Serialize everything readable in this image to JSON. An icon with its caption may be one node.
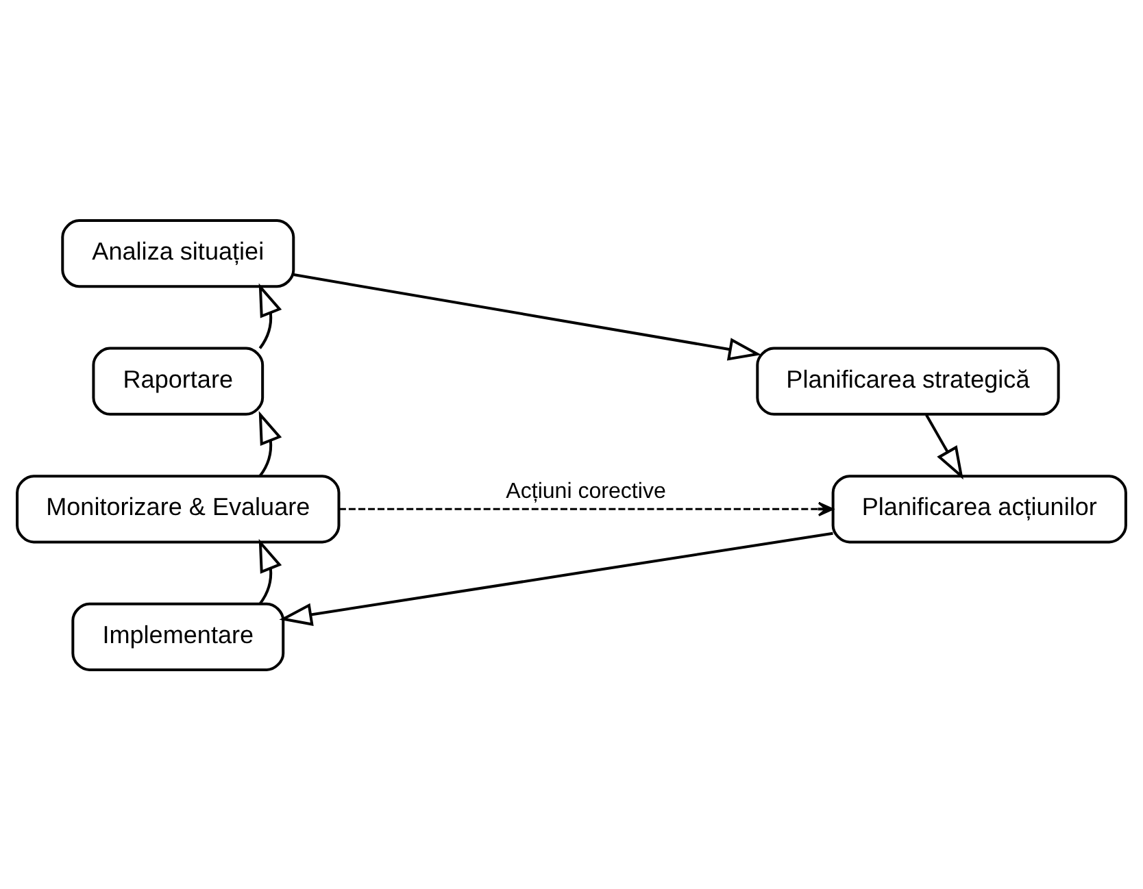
{
  "diagram": {
    "nodes": [
      {
        "text": [
          "Analiza situației"
        ]
      },
      {
        "text": [
          "Planificarea strategică"
        ]
      },
      {
        "text": [
          "Planificarea acțiunilor"
        ]
      },
      {
        "text": [
          "Implementare"
        ]
      },
      {
        "text": [
          "Monitorizare & Evaluare"
        ]
      },
      {
        "text": [
          "Raportare"
        ]
      }
    ],
    "edges": [
      {
        "from": 0,
        "to": 1,
        "arrow": "to"
      },
      {
        "from": 1,
        "to": 2,
        "arrow": "to"
      },
      {
        "from": 2,
        "to": 3,
        "arrow": "to"
      },
      {
        "from": 3,
        "to": 4,
        "arrow": "to"
      },
      {
        "from": 4,
        "to": 5,
        "arrow": "to"
      },
      {
        "from": 5,
        "to": 0,
        "arrow": "to"
      },
      {
        "from": 4,
        "to": 2,
        "arrow": "to",
        "style": "dashed",
        "label": "Acțiuni corective"
      }
    ]
  }
}
